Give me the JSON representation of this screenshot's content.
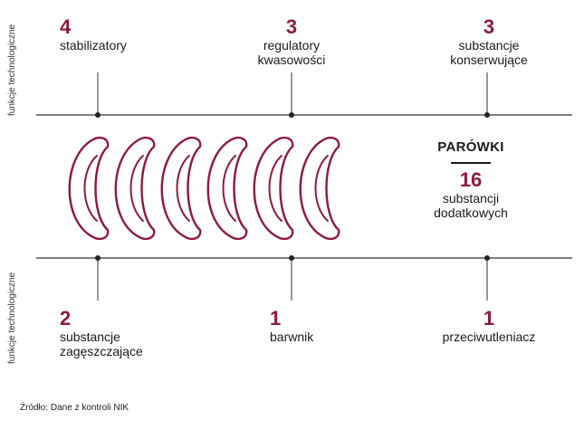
{
  "colors": {
    "accent": "#8d1a3f",
    "line": "#555555",
    "text": "#1a1a1a"
  },
  "side_label": "funkcje technologiczne",
  "top_items": [
    {
      "count": "4",
      "label": "stabilizatory"
    },
    {
      "count": "3",
      "label": "regulatory\nkwasowości"
    },
    {
      "count": "3",
      "label": "substancje\nkonserwujące"
    }
  ],
  "bottom_items": [
    {
      "count": "2",
      "label": "substancje\nzagęszczające"
    },
    {
      "count": "1",
      "label": "barwnik"
    },
    {
      "count": "1",
      "label": "przeciwutleniacz"
    }
  ],
  "center": {
    "title": "PARÓWKI",
    "total": "16",
    "total_label": "substancji\ndodatkowych"
  },
  "sausage_icon_count": 6,
  "source": "Źródło: Dane z kontroli NIK"
}
